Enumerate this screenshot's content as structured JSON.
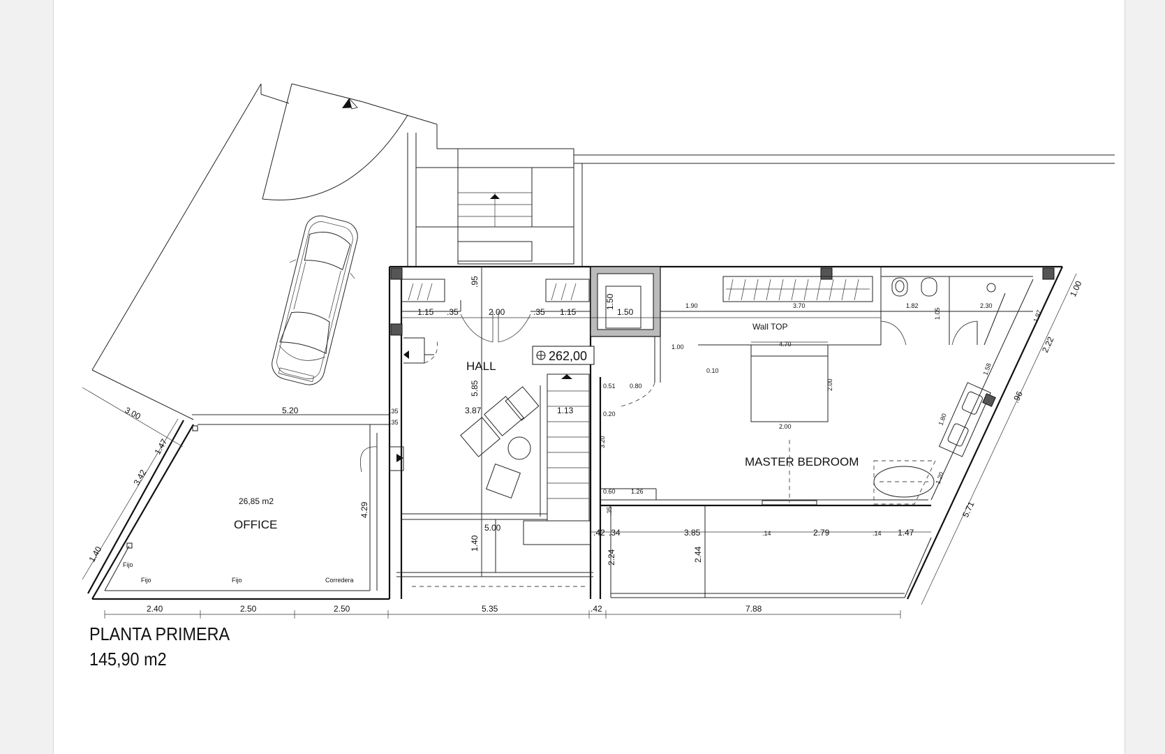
{
  "rooms": {
    "hall": "HALL",
    "office": "OFFICE",
    "office_area": "26,85 m2",
    "master_bedroom": "MASTER BEDROOM",
    "wall_top": "Wall  TOP"
  },
  "level_mark": "262,00",
  "dimensions": {
    "top_row": [
      "1.15",
      ".35",
      "2.00",
      ".35",
      "1.15",
      "1.50",
      "1.50",
      "1.90",
      "3.70",
      "1.82",
      "2.30"
    ],
    "hall": [
      "5.85",
      ".95",
      "3.87",
      "1.13",
      "5.00",
      "1.40",
      "4.29",
      ".35",
      ".35",
      "5.20",
      "3.00"
    ],
    "bedroom": [
      "4.70",
      "2.00",
      "2.00",
      "1.00",
      "0.10",
      "0.80",
      "0.51",
      "0.20",
      "3.20",
      "0.60",
      "1.26",
      "1.58",
      "1.80",
      "1.97",
      "1.20",
      "1.05"
    ],
    "terrace": [
      ".42",
      ".34",
      "3.85",
      ".14",
      "2.79",
      ".14",
      "1.47",
      "2.24",
      "2.44",
      ".35"
    ],
    "right_side": [
      "1.00",
      "2.22",
      ".96",
      "5.71"
    ],
    "left_side": [
      "1.47",
      "3.42",
      "1.40"
    ],
    "bottom": [
      "2.40",
      "2.50",
      "2.50",
      "5.35",
      ".42",
      "7.88"
    ]
  },
  "office_labels": [
    "Fijo",
    "Fijo",
    "Fijo",
    "Corredera"
  ],
  "title": {
    "line1": "PLANTA PRIMERA",
    "line2": "145,90 m2"
  }
}
